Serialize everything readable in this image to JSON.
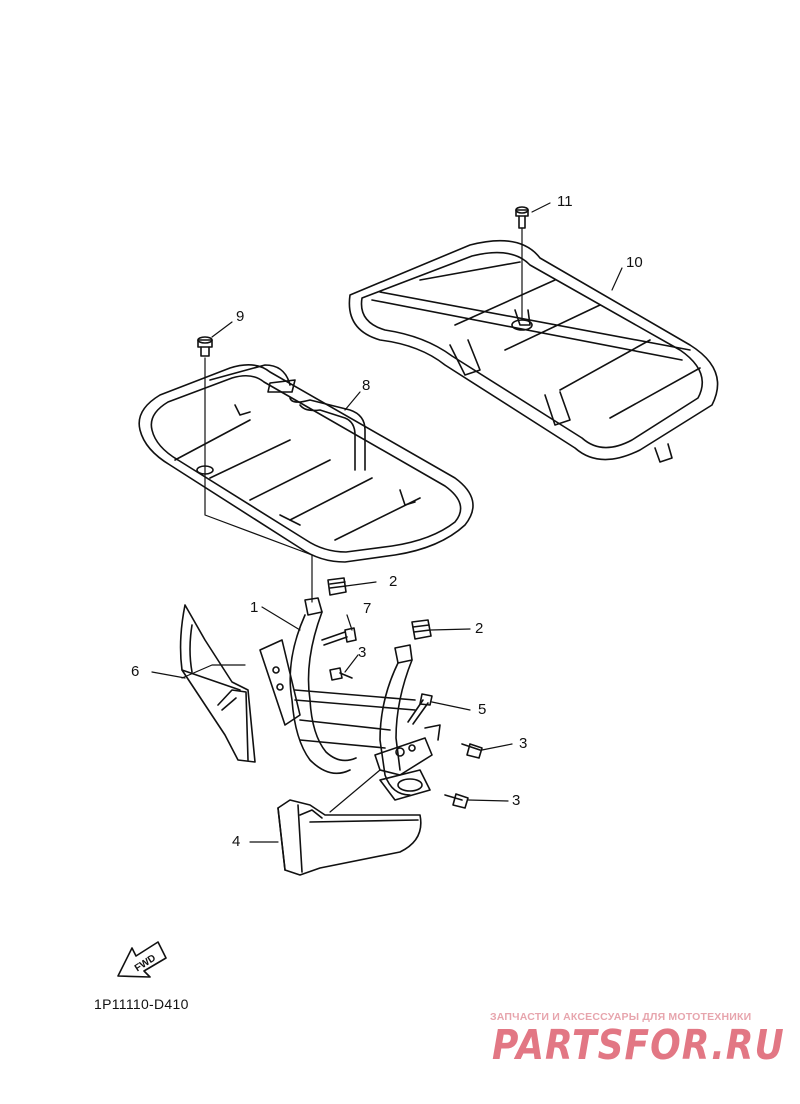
{
  "diagram": {
    "code": "1P11110-D410",
    "forward_marker": "FWD",
    "callouts": [
      {
        "id": "c1",
        "text": "1"
      },
      {
        "id": "c2a",
        "text": "2"
      },
      {
        "id": "c2b",
        "text": "2"
      },
      {
        "id": "c3a",
        "text": "3"
      },
      {
        "id": "c3b",
        "text": "3"
      },
      {
        "id": "c3c",
        "text": "3"
      },
      {
        "id": "c4",
        "text": "4"
      },
      {
        "id": "c5",
        "text": "5"
      },
      {
        "id": "c6",
        "text": "6"
      },
      {
        "id": "c7",
        "text": "7"
      },
      {
        "id": "c8",
        "text": "8"
      },
      {
        "id": "c9",
        "text": "9"
      },
      {
        "id": "c10",
        "text": "10"
      },
      {
        "id": "c11",
        "text": "11"
      }
    ]
  },
  "watermark": {
    "tagline": "ЗАПЧАСТИ И АКСЕССУАРЫ ДЛЯ МОТОТЕХНИКИ",
    "logo": "PARTSFOR.RU"
  },
  "colors": {
    "line": "#111111",
    "watermark": "#e27784"
  }
}
